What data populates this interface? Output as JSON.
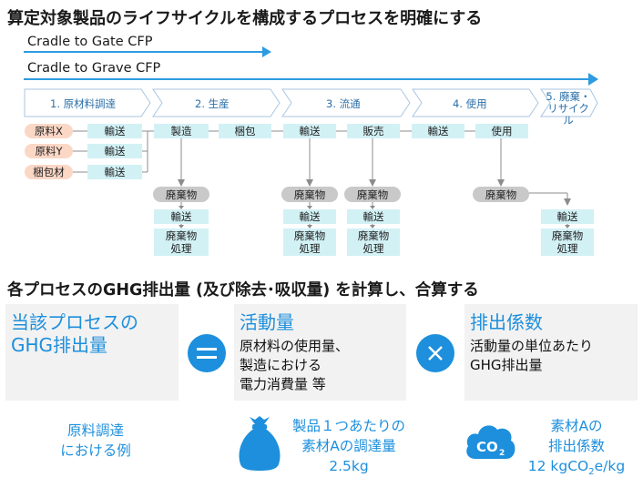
{
  "title": "算定対象製品のライフサイクルを構成するプロセスを明確にする",
  "cfp": {
    "gate_label": "Cradle to Gate CFP",
    "grave_label": "Cradle to Grave CFP"
  },
  "stages": [
    {
      "label": "1. 原材料調達"
    },
    {
      "label": "2. 生産"
    },
    {
      "label": "3. 流通"
    },
    {
      "label": "4. 使用"
    },
    {
      "label_line1": "5. 廃棄・",
      "label_line2": "リサイクル"
    }
  ],
  "materials": [
    "原料X",
    "原料Y",
    "梱包材"
  ],
  "transport_label": "輸送",
  "flow": {
    "manufacturing": "製造",
    "packaging": "梱包",
    "transport": "輸送",
    "sales": "販売",
    "use": "使用"
  },
  "waste": {
    "waste_label": "廃棄物",
    "transport": "輸送",
    "treatment_line1": "廃棄物",
    "treatment_line2": "処理"
  },
  "section2_title": "各プロセスのGHG排出量 (及び除去･吸収量) を計算し、合算する",
  "panels": {
    "emission": {
      "title_line1": "当該プロセスの",
      "title_line2": "GHG排出量"
    },
    "activity": {
      "title": "活動量",
      "body_line1": "原材料の使用量、",
      "body_line2": "製造における",
      "body_line3": "電力消費量 等"
    },
    "factor": {
      "title": "排出係数",
      "body_line1": "活動量の単位あたり",
      "body_line2": "GHG排出量"
    }
  },
  "operators": {
    "equals": "=",
    "times": "×"
  },
  "example": {
    "label_line1": "原料調達",
    "label_line2": "における例",
    "activity_line1": "製品１つあたりの",
    "activity_line2": "素材Aの調達量",
    "activity_line3": "2.5kg",
    "factor_line1": "素材Aの",
    "factor_line2": "排出係数",
    "factor_value": "12 kgCO",
    "factor_sub": "2",
    "factor_unit": "e/kg",
    "co2_icon_text": "CO",
    "co2_icon_sub": "2"
  },
  "colors": {
    "accent": "#1d8fdc",
    "teal_box": "#d2f1f5",
    "salmon_box": "#fbd7c6",
    "gray_box": "#c9c9c9",
    "panel_bg": "#f2f2f2"
  }
}
